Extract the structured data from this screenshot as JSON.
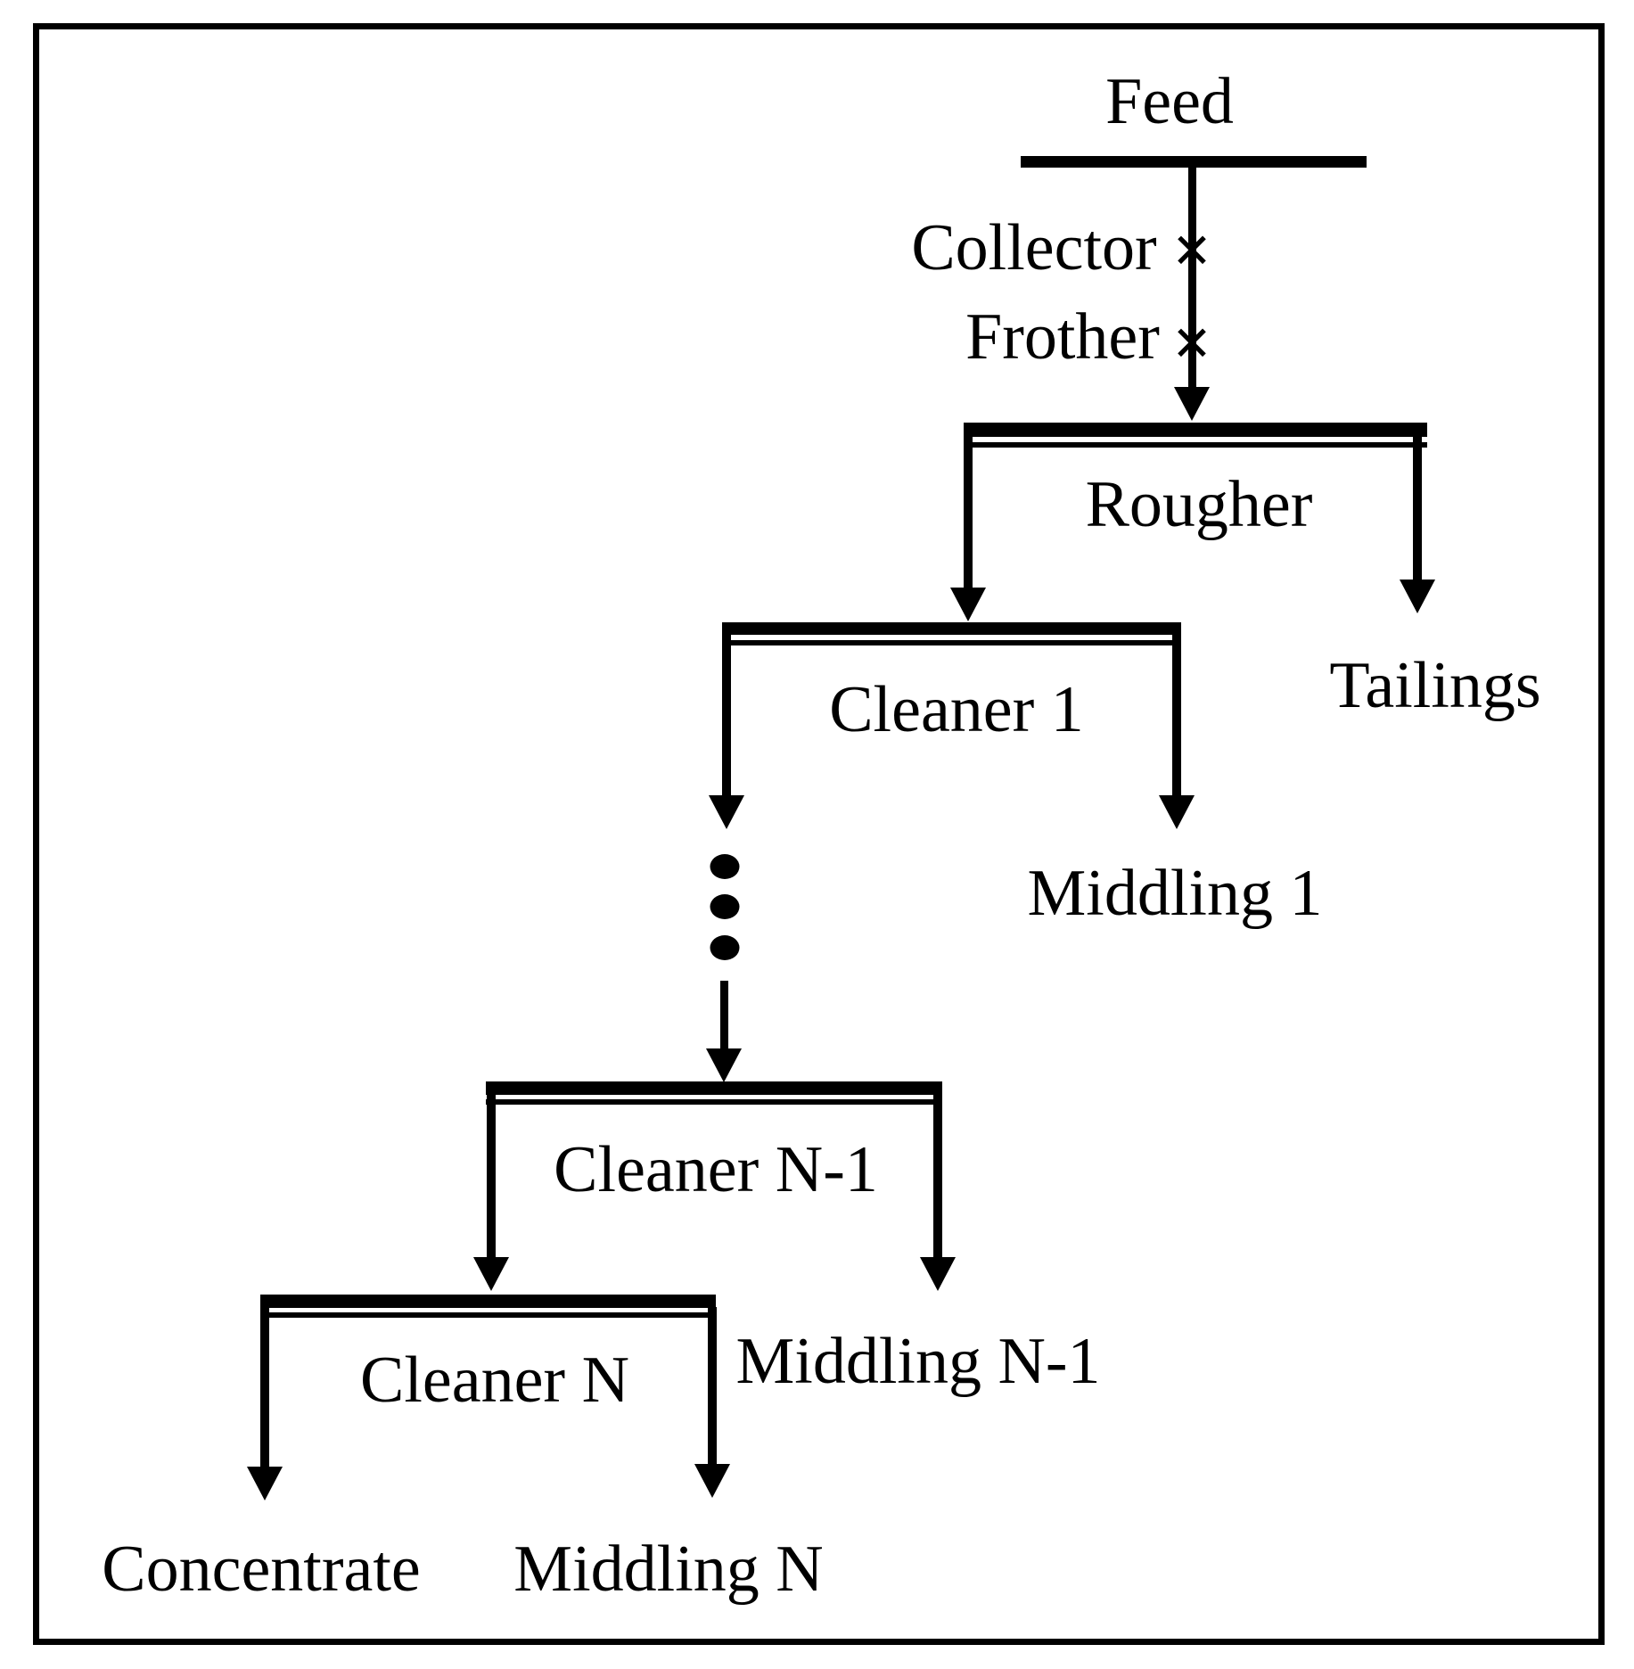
{
  "symbols": {
    "reagent_addition_mark": "✕"
  },
  "labels": {
    "feed": "Feed",
    "collector": "Collector",
    "frother": "Frother",
    "rougher": "Rougher",
    "tailings": "Tailings",
    "cleaner_1": "Cleaner 1",
    "middling_1": "Middling 1",
    "cleaner_n_minus_1": "Cleaner N-1",
    "middling_n_minus_1": "Middling N-1",
    "cleaner_n": "Cleaner N",
    "middling_n": "Middling N",
    "concentrate": "Concentrate"
  },
  "edges": [
    {
      "from": "Feed",
      "to": "Rougher",
      "additions": [
        "Collector",
        "Frother"
      ]
    },
    {
      "from": "Rougher",
      "to": "Cleaner 1"
    },
    {
      "from": "Rougher",
      "to": "Tailings"
    },
    {
      "from": "Cleaner 1",
      "to": "Cleaner N-1",
      "continuation": "vertical-ellipsis"
    },
    {
      "from": "Cleaner 1",
      "to": "Middling 1"
    },
    {
      "from": "Cleaner N-1",
      "to": "Cleaner N"
    },
    {
      "from": "Cleaner N-1",
      "to": "Middling N-1"
    },
    {
      "from": "Cleaner N",
      "to": "Concentrate"
    },
    {
      "from": "Cleaner N",
      "to": "Middling N"
    }
  ],
  "colors": {
    "ink": "#000000",
    "background": "#ffffff"
  }
}
